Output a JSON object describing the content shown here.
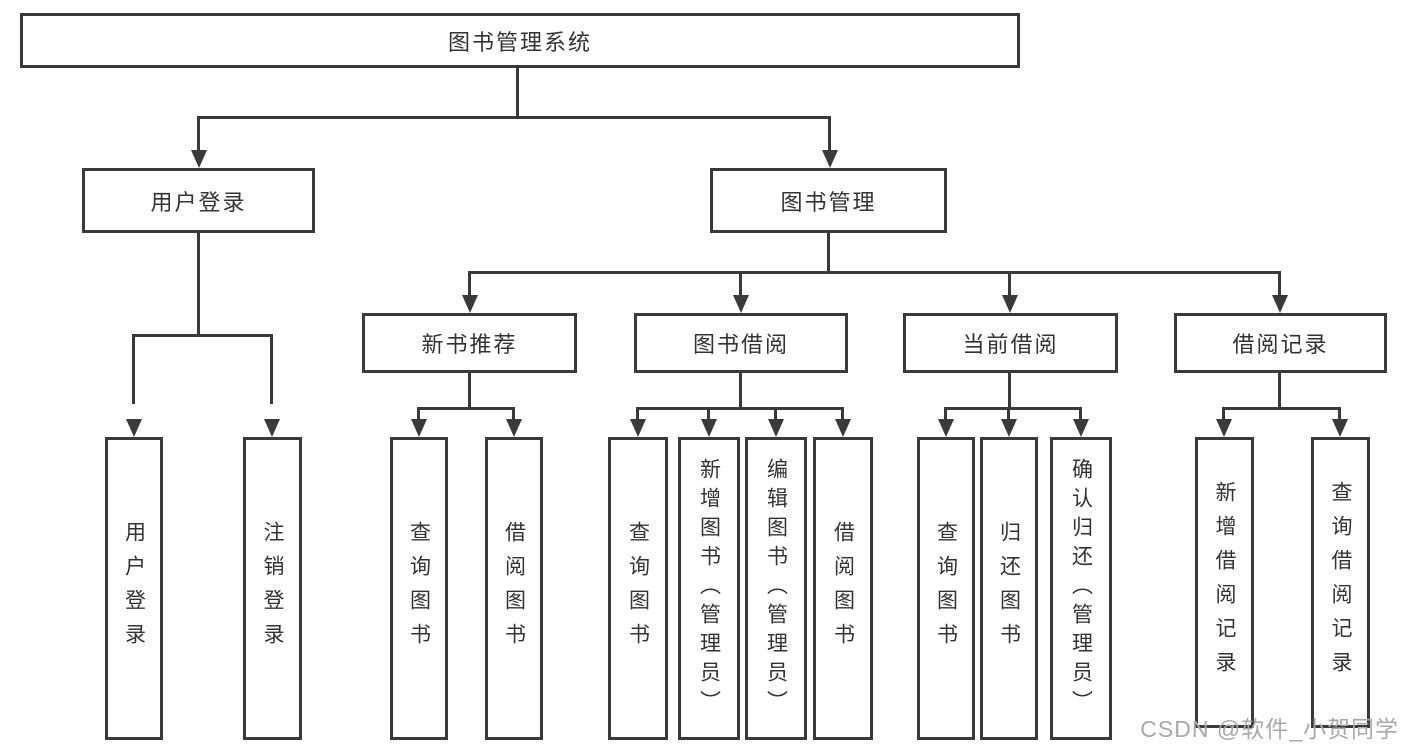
{
  "diagram": {
    "root": {
      "label": "图书管理系统"
    },
    "level2": [
      {
        "label": "用户登录"
      },
      {
        "label": "图书管理"
      }
    ],
    "level3": [
      {
        "label": "新书推荐"
      },
      {
        "label": "图书借阅"
      },
      {
        "label": "当前借阅"
      },
      {
        "label": "借阅记录"
      }
    ],
    "leaves": [
      {
        "label": "用户登录"
      },
      {
        "label": "注销登录"
      },
      {
        "label": "查询图书"
      },
      {
        "label": "借阅图书"
      },
      {
        "label": "查询图书"
      },
      {
        "label": "新增图书（管理员）"
      },
      {
        "label": "编辑图书（管理员）"
      },
      {
        "label": "借阅图书"
      },
      {
        "label": "查询图书"
      },
      {
        "label": "归还图书"
      },
      {
        "label": "确认归还（管理员）"
      },
      {
        "label": "新增借阅记录"
      },
      {
        "label": "查询借阅记录"
      }
    ],
    "watermark": "CSDN @软件_小贺同学",
    "colors": {
      "line": "#3a3a3a",
      "text": "#333333",
      "background": "#ffffff",
      "watermark": "#a9a9a9"
    }
  }
}
